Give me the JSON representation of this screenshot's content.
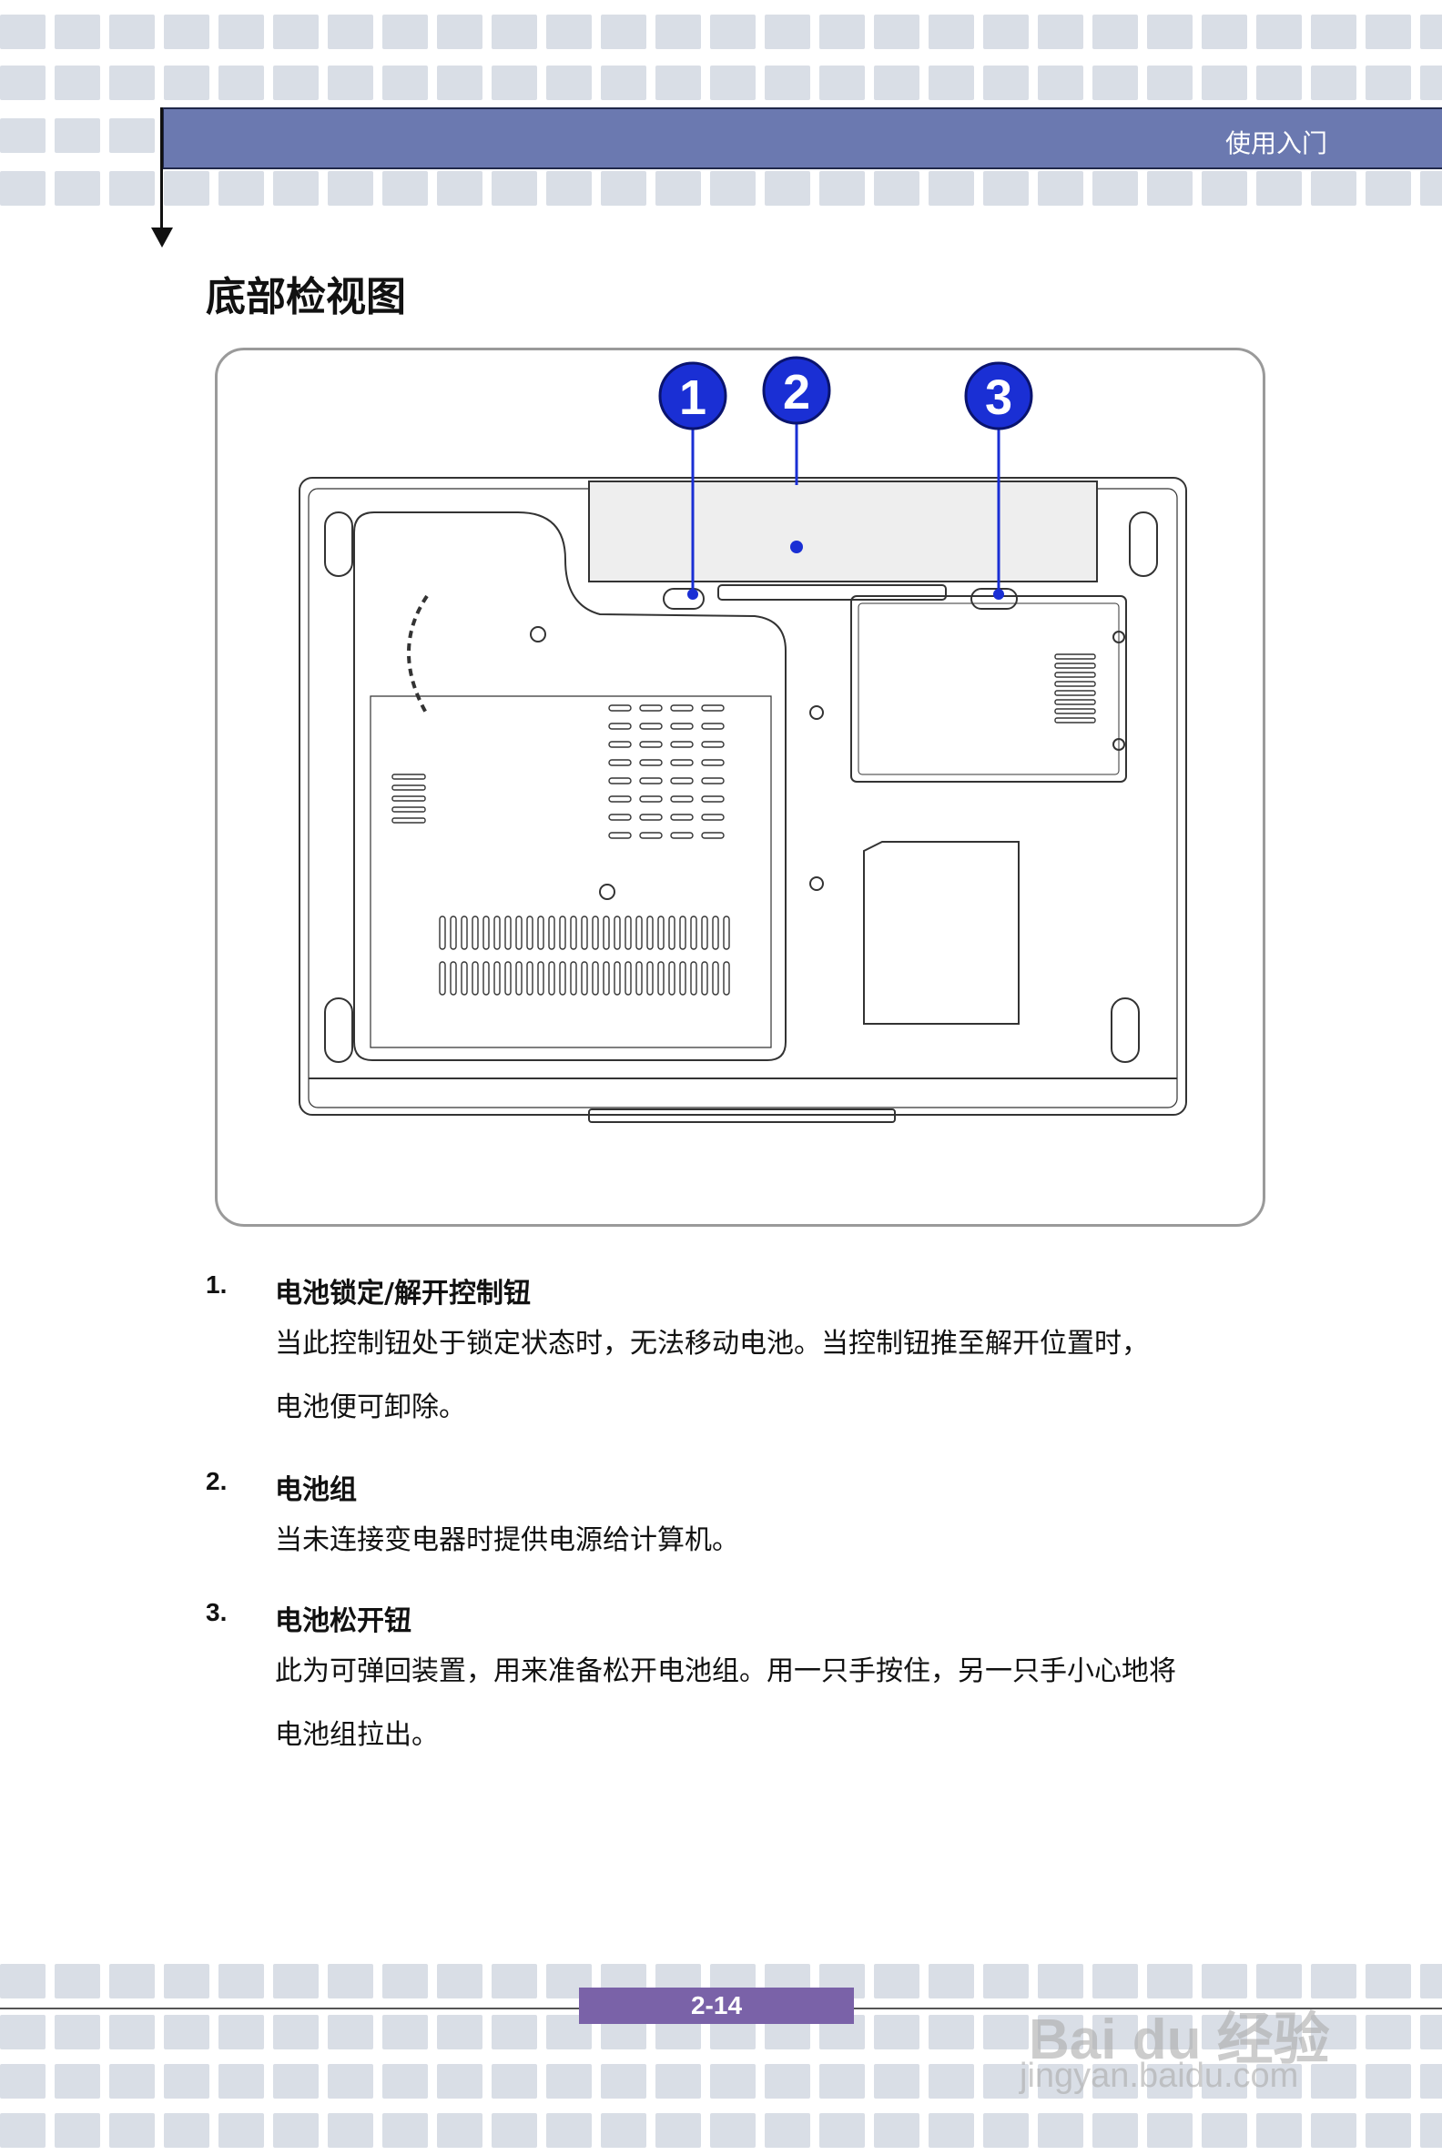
{
  "header": {
    "section": "使用入门"
  },
  "page_title": "底部检视图",
  "figure": {
    "callouts": [
      "1",
      "2",
      "3"
    ]
  },
  "items": [
    {
      "number": "1.",
      "name": "电池锁定/解开控制钮",
      "desc_lines": [
        "当此控制钮处于锁定状态时，无法移动电池。当控制钮推至解开位置时，",
        "电池便可卸除。"
      ]
    },
    {
      "number": "2.",
      "name": "电池组",
      "desc_lines": [
        "当未连接变电器时提供电源给计算机。"
      ]
    },
    {
      "number": "3.",
      "name": "电池松开钮",
      "desc_lines": [
        "此为可弹回装置，用来准备松开电池组。用一只手按住，另一只手小心地将",
        "电池组拉出。"
      ]
    }
  ],
  "footer": {
    "page_number": "2-14"
  },
  "watermark": {
    "brand": "Bai du 经验",
    "url": "jingyan.baidu.com"
  },
  "colors": {
    "header_bar": "#6b79b0",
    "page_box": "#7a62a8",
    "callout": "#1a2fd4",
    "tile": "#d9dee6"
  }
}
